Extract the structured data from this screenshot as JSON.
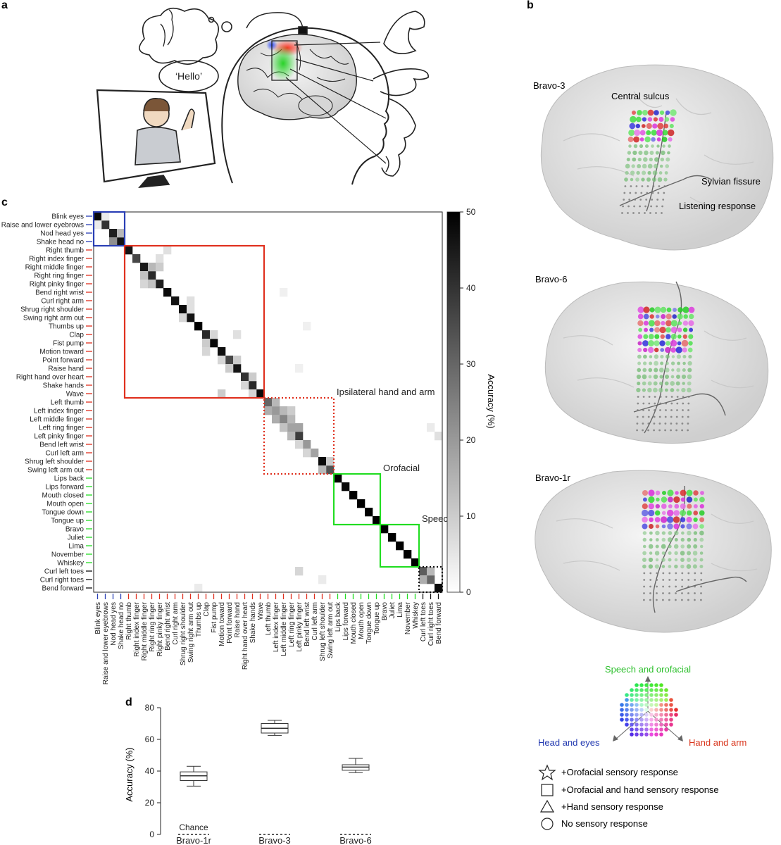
{
  "panel_labels": {
    "a": "a",
    "b": "b",
    "c": "c",
    "d": "d"
  },
  "panel_a": {
    "speech_bubble": "‘Hello’"
  },
  "panel_b": {
    "brains": [
      {
        "name": "Bravo-3",
        "labels": [
          "Central sulcus",
          "Sylvian fissure",
          "Listening response"
        ]
      },
      {
        "name": "Bravo-6",
        "labels": []
      },
      {
        "name": "Bravo-1r",
        "labels": []
      }
    ],
    "color_key": {
      "top": "Speech and orofacial",
      "left": "Head and eyes",
      "right": "Hand and arm",
      "top_color": "#2ec02e",
      "left_color": "#2239b0",
      "right_color": "#d9351c"
    },
    "shape_legend": [
      {
        "shape": "star",
        "label": "+Orofacial sensory response"
      },
      {
        "shape": "square",
        "label": "+Orofacial and hand sensory response"
      },
      {
        "shape": "triangle",
        "label": "+Hand sensory response"
      },
      {
        "shape": "circle",
        "label": "No sensory response"
      }
    ]
  },
  "chart_data": [
    {
      "type": "heatmap",
      "title": "",
      "xlabel": "",
      "ylabel": "",
      "colorbar_label": "Accuracy (%)",
      "colorbar_ticks": [
        "0",
        "10",
        "20",
        "30",
        "40",
        "50"
      ],
      "colorbar_range": [
        0,
        50
      ],
      "labels": [
        "Blink eyes",
        "Raise and lower eyebrows",
        "Nod head yes",
        "Shake head no",
        "Right thumb",
        "Right index finger",
        "Right middle finger",
        "Right ring finger",
        "Right pinky finger",
        "Bend right wrist",
        "Curl right arm",
        "Shrug right shoulder",
        "Swing right arm out",
        "Thumbs up",
        "Clap",
        "Fist pump",
        "Motion toward",
        "Point forward",
        "Raise hand",
        "Right hand over heart",
        "Shake hands",
        "Wave",
        "Left thumb",
        "Left index finger",
        "Left middle finger",
        "Left ring finger",
        "Left pinky finger",
        "Bend left wrist",
        "Curl left arm",
        "Shrug left shoulder",
        "Swing left arm out",
        "Lips back",
        "Lips forward",
        "Mouth closed",
        "Mouth open",
        "Tongue down",
        "Tongue up",
        "Bravo",
        "Juliet",
        "Lima",
        "November",
        "Whiskey",
        "Curl left toes",
        "Curl right toes",
        "Bend forward"
      ],
      "groups": [
        {
          "start": 0,
          "end": 3,
          "color": "#2a3fb5",
          "style": "solid",
          "label": ""
        },
        {
          "start": 4,
          "end": 21,
          "color": "#e0301e",
          "style": "solid",
          "label": ""
        },
        {
          "start": 22,
          "end": 30,
          "color": "#e0301e",
          "style": "dotted",
          "label": "Ipsilateral hand and arm"
        },
        {
          "start": 31,
          "end": 36,
          "color": "#22dd22",
          "style": "solid",
          "label": "Orofacial"
        },
        {
          "start": 37,
          "end": 41,
          "color": "#22dd22",
          "style": "solid",
          "label": "Speech"
        },
        {
          "start": 42,
          "end": 44,
          "color": "#111111",
          "style": "dotted",
          "label": ""
        }
      ],
      "diagonal_accuracy": [
        48,
        40,
        44,
        46,
        46,
        36,
        45,
        42,
        44,
        48,
        46,
        48,
        46,
        50,
        42,
        48,
        47,
        36,
        46,
        40,
        42,
        48,
        30,
        20,
        24,
        18,
        38,
        20,
        18,
        48,
        34,
        50,
        48,
        50,
        50,
        50,
        50,
        50,
        50,
        50,
        50,
        50,
        32,
        30,
        48
      ],
      "offdiag": [
        {
          "row": 2,
          "col": 3,
          "value": 14
        },
        {
          "row": 3,
          "col": 2,
          "value": 22
        },
        {
          "row": 0,
          "col": 1,
          "value": 4
        },
        {
          "row": 1,
          "col": 0,
          "value": 4
        },
        {
          "row": 5,
          "col": 8,
          "value": 6
        },
        {
          "row": 6,
          "col": 7,
          "value": 14
        },
        {
          "row": 6,
          "col": 8,
          "value": 10
        },
        {
          "row": 7,
          "col": 6,
          "value": 12
        },
        {
          "row": 8,
          "col": 6,
          "value": 8
        },
        {
          "row": 8,
          "col": 7,
          "value": 12
        },
        {
          "row": 4,
          "col": 9,
          "value": 6
        },
        {
          "row": 10,
          "col": 12,
          "value": 6
        },
        {
          "row": 11,
          "col": 12,
          "value": 6
        },
        {
          "row": 12,
          "col": 11,
          "value": 8
        },
        {
          "row": 14,
          "col": 15,
          "value": 8
        },
        {
          "row": 15,
          "col": 14,
          "value": 10
        },
        {
          "row": 16,
          "col": 14,
          "value": 8
        },
        {
          "row": 17,
          "col": 18,
          "value": 10
        },
        {
          "row": 17,
          "col": 16,
          "value": 8
        },
        {
          "row": 18,
          "col": 17,
          "value": 10
        },
        {
          "row": 19,
          "col": 20,
          "value": 10
        },
        {
          "row": 20,
          "col": 19,
          "value": 8
        },
        {
          "row": 21,
          "col": 20,
          "value": 8
        },
        {
          "row": 21,
          "col": 16,
          "value": 10
        },
        {
          "row": 14,
          "col": 18,
          "value": 6
        },
        {
          "row": 22,
          "col": 23,
          "value": 14
        },
        {
          "row": 23,
          "col": 22,
          "value": 16
        },
        {
          "row": 23,
          "col": 24,
          "value": 14
        },
        {
          "row": 24,
          "col": 23,
          "value": 16
        },
        {
          "row": 24,
          "col": 25,
          "value": 14
        },
        {
          "row": 25,
          "col": 26,
          "value": 18
        },
        {
          "row": 26,
          "col": 25,
          "value": 14
        },
        {
          "row": 25,
          "col": 24,
          "value": 12
        },
        {
          "row": 27,
          "col": 26,
          "value": 8
        },
        {
          "row": 28,
          "col": 27,
          "value": 8
        },
        {
          "row": 29,
          "col": 30,
          "value": 10
        },
        {
          "row": 30,
          "col": 29,
          "value": 14
        },
        {
          "row": 42,
          "col": 43,
          "value": 14
        },
        {
          "row": 43,
          "col": 42,
          "value": 16
        },
        {
          "row": 42,
          "col": 26,
          "value": 8
        },
        {
          "row": 43,
          "col": 29,
          "value": 4
        },
        {
          "row": 26,
          "col": 44,
          "value": 6
        },
        {
          "row": 25,
          "col": 43,
          "value": 4
        },
        {
          "row": 23,
          "col": 25,
          "value": 10
        },
        {
          "row": 9,
          "col": 24,
          "value": 3
        },
        {
          "row": 13,
          "col": 27,
          "value": 3
        },
        {
          "row": 18,
          "col": 26,
          "value": 3
        },
        {
          "row": 44,
          "col": 13,
          "value": 4
        }
      ]
    },
    {
      "type": "box",
      "title": "",
      "xlabel": "",
      "ylabel": "Accuracy (%)",
      "ylim": [
        0,
        80
      ],
      "yticks": [
        0,
        20,
        40,
        60,
        80
      ],
      "categories": [
        "Bravo-1r",
        "Bravo-3",
        "Bravo-6"
      ],
      "boxes": [
        {
          "min": 30.5,
          "q1": 34,
          "median": 37,
          "q3": 39.5,
          "max": 43
        },
        {
          "min": 62.5,
          "q1": 64,
          "median": 67,
          "q3": 70,
          "max": 72
        },
        {
          "min": 39,
          "q1": 40.5,
          "median": 42.5,
          "q3": 44,
          "max": 48
        }
      ],
      "chance_label": "Chance",
      "chance_values": [
        0,
        0,
        0
      ]
    }
  ]
}
